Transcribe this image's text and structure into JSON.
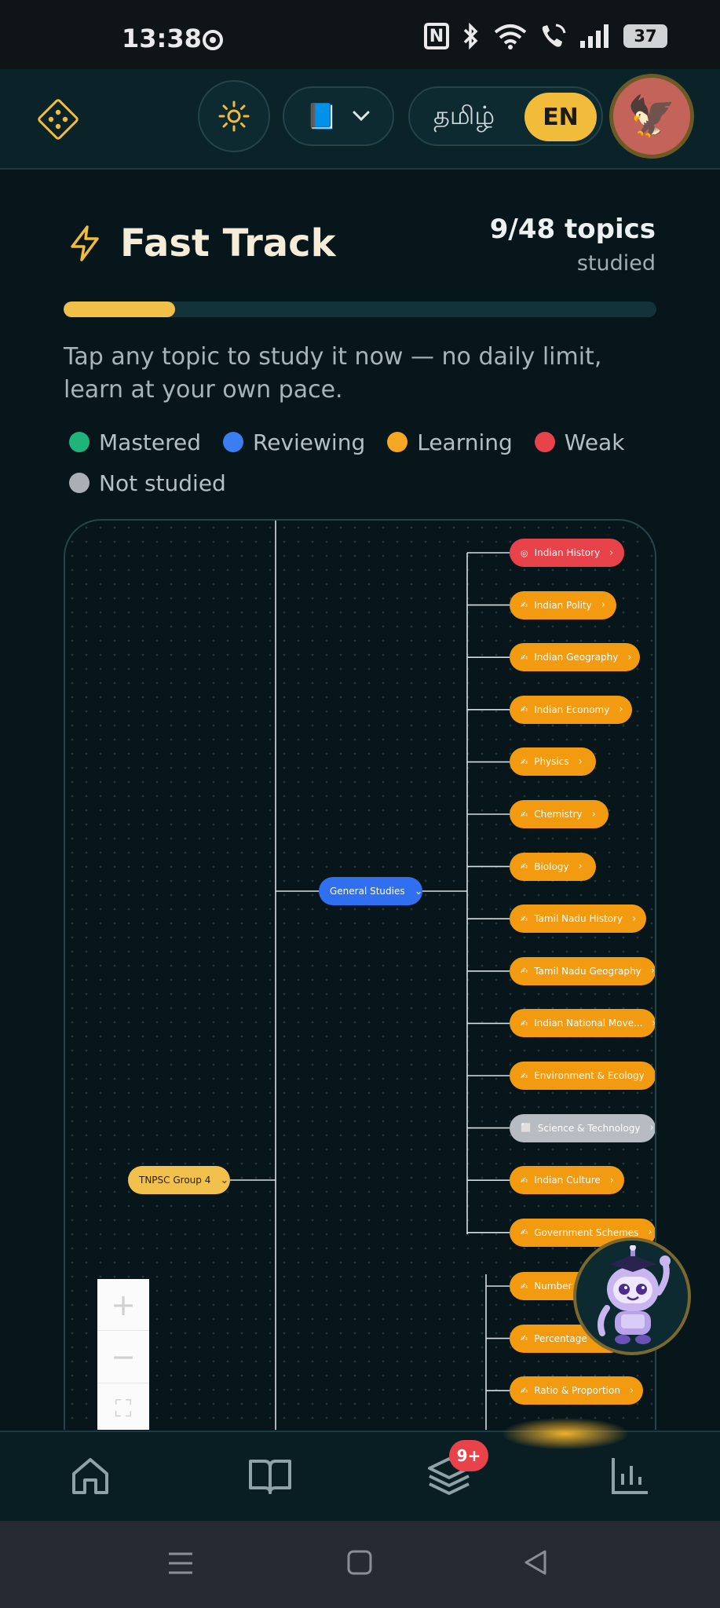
{
  "status_bar": {
    "time": "13:38",
    "battery": "37"
  },
  "header": {
    "lang_tamil": "தமிழ்",
    "lang_en": "EN",
    "book_emoji": "📘",
    "avatar_emoji": "🦅"
  },
  "fast_track": {
    "title": "Fast Track",
    "count": "9/48 topics",
    "count_sub": "studied",
    "progress_fraction": 0.1875,
    "description": "Tap any topic to study it now — no daily limit, learn at your own pace."
  },
  "legend": [
    {
      "label": "Mastered",
      "color": "#1fb57a"
    },
    {
      "label": "Reviewing",
      "color": "#3a7ef0"
    },
    {
      "label": "Learning",
      "color": "#f5a623"
    },
    {
      "label": "Weak",
      "color": "#e8434a"
    },
    {
      "label": "Not studied",
      "color": "#a9afb5"
    }
  ],
  "mindmap": {
    "root": "TNPSC Group 4",
    "branch": "General Studies",
    "topics": [
      {
        "label": "Indian History",
        "status": "weak"
      },
      {
        "label": "Indian Polity",
        "status": "learning"
      },
      {
        "label": "Indian Geography",
        "status": "learning"
      },
      {
        "label": "Indian Economy",
        "status": "learning"
      },
      {
        "label": "Physics",
        "status": "learning"
      },
      {
        "label": "Chemistry",
        "status": "learning"
      },
      {
        "label": "Biology",
        "status": "learning"
      },
      {
        "label": "Tamil Nadu History",
        "status": "learning"
      },
      {
        "label": "Tamil Nadu Geography",
        "status": "learning"
      },
      {
        "label": "Indian National Move...",
        "status": "learning"
      },
      {
        "label": "Environment & Ecology",
        "status": "learning"
      },
      {
        "label": "Science & Technology",
        "status": "not-studied"
      },
      {
        "label": "Indian Culture",
        "status": "learning"
      },
      {
        "label": "Government Schemes",
        "status": "learning"
      }
    ],
    "aptitude_topics": [
      {
        "label": "Number",
        "status": "learning"
      },
      {
        "label": "Percentage",
        "status": "learning"
      },
      {
        "label": "Ratio & Proportion",
        "status": "learning"
      }
    ],
    "zoom_in": "+",
    "zoom_out": "−",
    "fit": "⛶"
  },
  "bottom_nav": {
    "badge": "9+"
  },
  "colors": {
    "accent": "#f0bc3a",
    "learning": "#f29a10",
    "weak": "#e8434a",
    "reviewing": "#2f6ff0",
    "not_studied": "#b6bcc2"
  }
}
